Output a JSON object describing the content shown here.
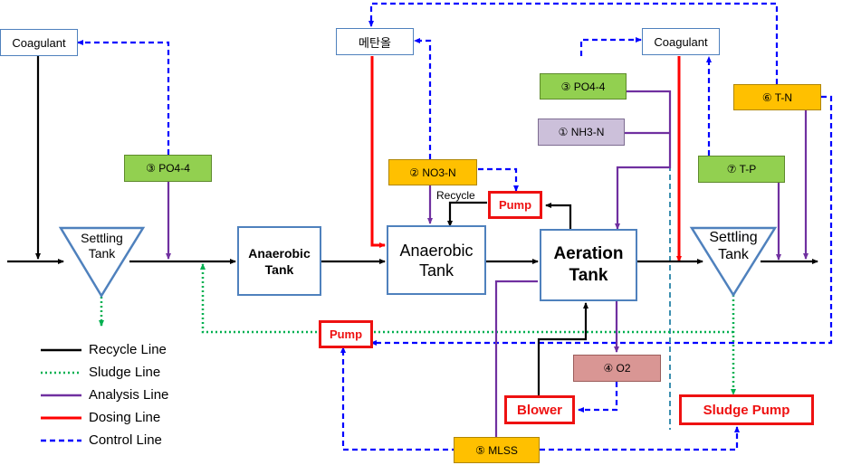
{
  "chemicals": {
    "coagulant_left": "Coagulant",
    "methanol": "메탄올",
    "coagulant_right": "Coagulant"
  },
  "sensors": {
    "po4_left": "③ PO4-4",
    "no3": "② NO3-N",
    "po4_right": "③ PO4-4",
    "nh3": "① NH3-N",
    "tn": "⑥ T-N",
    "tp": "⑦ T-P",
    "o2": "④ O2",
    "mlss": "⑤ MLSS"
  },
  "tanks": {
    "settling_left": [
      "Settling",
      "Tank"
    ],
    "anaerobic_1": [
      "Anaerobic",
      "Tank"
    ],
    "anaerobic_2": [
      "Anaerobic",
      "Tank"
    ],
    "aeration": [
      "Aeration",
      "Tank"
    ],
    "settling_right": [
      "Settling",
      "Tank"
    ]
  },
  "equipment": {
    "pump_recycle": "Pump",
    "pump_sludge": "Pump",
    "blower": "Blower",
    "sludge_pump": "Sludge Pump"
  },
  "labels": {
    "recycle": "Recycle"
  },
  "legend": [
    {
      "label": "Recycle Line",
      "color": "#000000",
      "style": "solid"
    },
    {
      "label": "Sludge Line",
      "color": "#00b050",
      "style": "dotted"
    },
    {
      "label": "Analysis Line",
      "color": "#7030a0",
      "style": "solid"
    },
    {
      "label": "Dosing Line",
      "color": "#ff0000",
      "style": "solid"
    },
    {
      "label": "Control Line",
      "color": "#0000ff",
      "style": "dashed"
    }
  ],
  "colors": {
    "recycle": "#000000",
    "sludge": "#00b050",
    "analysis": "#7030a0",
    "dosing": "#ff0000",
    "control": "#0000ff",
    "tank_border": "#4f81bd"
  }
}
